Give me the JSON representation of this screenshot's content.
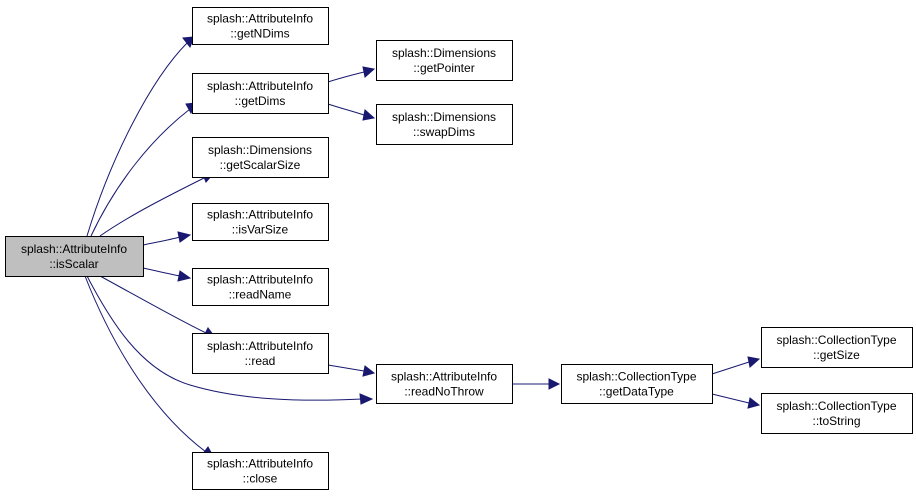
{
  "graph": {
    "colors": {
      "edge": "#191970",
      "node_fill": "#ffffff",
      "root_fill": "#bfbfbf",
      "node_border": "#000000"
    },
    "nodes": [
      {
        "id": "isScalar",
        "line1": "splash::AttributeInfo",
        "line2": "::isScalar",
        "root": true
      },
      {
        "id": "getNDims",
        "line1": "splash::AttributeInfo",
        "line2": "::getNDims"
      },
      {
        "id": "getDims",
        "line1": "splash::AttributeInfo",
        "line2": "::getDims"
      },
      {
        "id": "getPointer",
        "line1": "splash::Dimensions",
        "line2": "::getPointer"
      },
      {
        "id": "swapDims",
        "line1": "splash::Dimensions",
        "line2": "::swapDims"
      },
      {
        "id": "getScalarSize",
        "line1": "splash::Dimensions",
        "line2": "::getScalarSize"
      },
      {
        "id": "isVarSize",
        "line1": "splash::AttributeInfo",
        "line2": "::isVarSize"
      },
      {
        "id": "readName",
        "line1": "splash::AttributeInfo",
        "line2": "::readName"
      },
      {
        "id": "read",
        "line1": "splash::AttributeInfo",
        "line2": "::read"
      },
      {
        "id": "readNoThrow",
        "line1": "splash::AttributeInfo",
        "line2": "::readNoThrow"
      },
      {
        "id": "getDataType",
        "line1": "splash::CollectionType",
        "line2": "::getDataType"
      },
      {
        "id": "getSize",
        "line1": "splash::CollectionType",
        "line2": "::getSize"
      },
      {
        "id": "toString",
        "line1": "splash::CollectionType",
        "line2": "::toString"
      },
      {
        "id": "close",
        "line1": "splash::AttributeInfo",
        "line2": "::close"
      }
    ],
    "edges": [
      {
        "from": "isScalar",
        "to": "getNDims"
      },
      {
        "from": "isScalar",
        "to": "getDims"
      },
      {
        "from": "isScalar",
        "to": "getScalarSize"
      },
      {
        "from": "isScalar",
        "to": "isVarSize"
      },
      {
        "from": "isScalar",
        "to": "readName"
      },
      {
        "from": "isScalar",
        "to": "read"
      },
      {
        "from": "isScalar",
        "to": "readNoThrow"
      },
      {
        "from": "isScalar",
        "to": "close"
      },
      {
        "from": "getDims",
        "to": "getPointer"
      },
      {
        "from": "getDims",
        "to": "swapDims"
      },
      {
        "from": "read",
        "to": "readNoThrow"
      },
      {
        "from": "readNoThrow",
        "to": "getDataType"
      },
      {
        "from": "getDataType",
        "to": "getSize"
      },
      {
        "from": "getDataType",
        "to": "toString"
      }
    ]
  }
}
